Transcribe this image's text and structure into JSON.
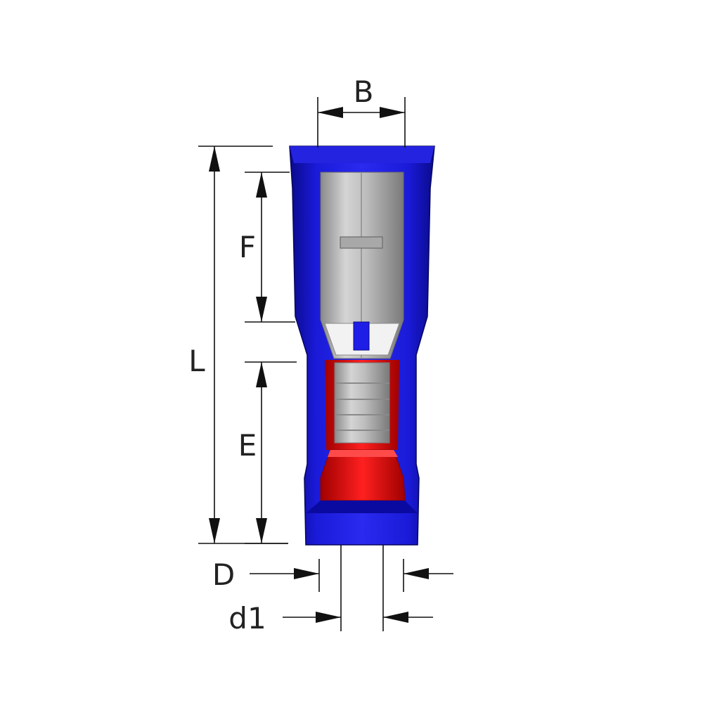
{
  "labels": {
    "B": "B",
    "L": "L",
    "F": "F",
    "E": "E",
    "D": "D",
    "d1": "d1"
  },
  "colors": {
    "insulation": "#1515c8",
    "insulation_dark": "#0a0a8a",
    "insulation_light": "#3a3af0",
    "barrel_sleeve": "#e01010",
    "metal_light": "#d8d8d8",
    "metal_dark": "#8c8c8c"
  }
}
